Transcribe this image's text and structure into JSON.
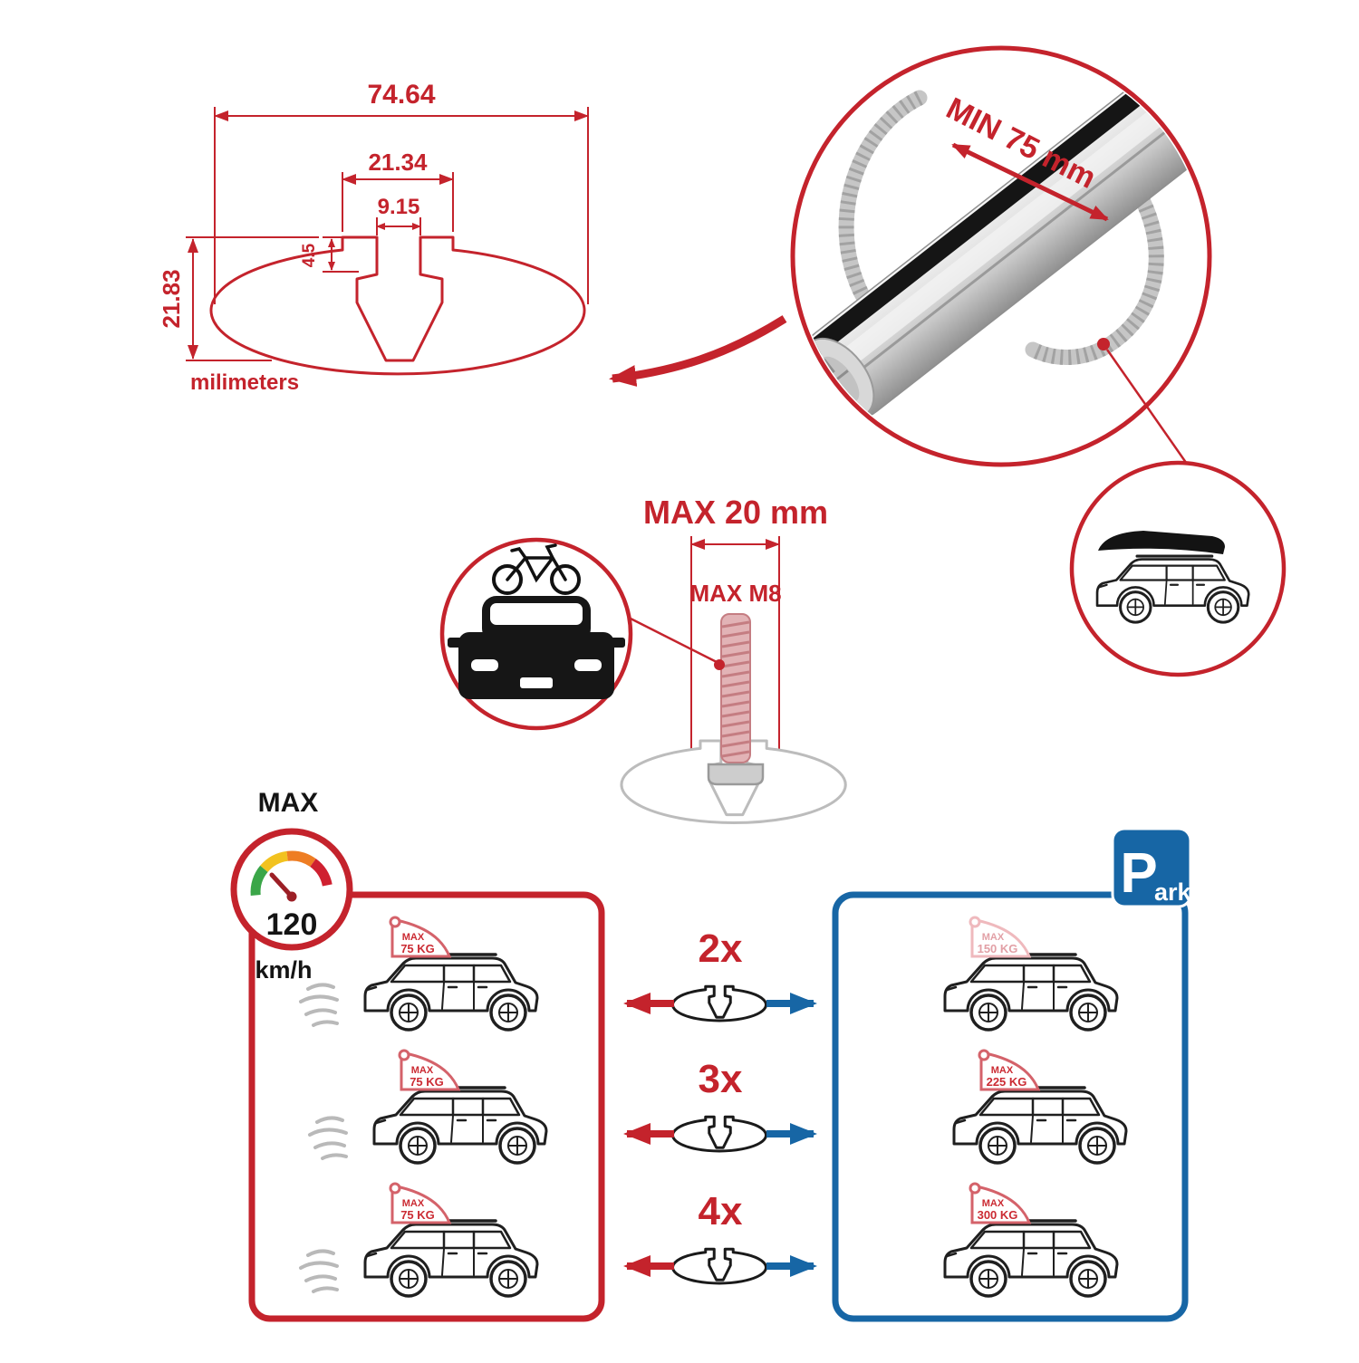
{
  "colors": {
    "accent_red": "#c4232c",
    "accent_blue": "#1766a5",
    "gauge_green": "#3aa648",
    "gauge_yellow": "#f2c21f",
    "gauge_orange": "#ee7d23",
    "gauge_red": "#cf2030"
  },
  "cross_section_drawing": {
    "total_width_mm": "74.64",
    "slot_outer_width_mm": "21.34",
    "slot_inner_width_mm": "9.15",
    "lip_depth_mm": "4.5",
    "total_height_mm": "21.83",
    "units_label": "milimeters"
  },
  "bar_closeup": {
    "min_clamp_span_label": "MIN 75 mm"
  },
  "bolt_closeup": {
    "max_width_label": "MAX 20 mm",
    "max_thread_label": "MAX M8"
  },
  "speed_limit": {
    "heading": "MAX",
    "value": "120",
    "unit": "km/h"
  },
  "driving_panel": {
    "cars": [
      {
        "tag": "MAX",
        "load": "75 KG"
      },
      {
        "tag": "MAX",
        "load": "75 KG"
      },
      {
        "tag": "MAX",
        "load": "75 KG"
      }
    ]
  },
  "parking_panel": {
    "sign_letter": "P",
    "sign_suffix": "ark",
    "cars": [
      {
        "tag": "MAX",
        "load": "150 KG"
      },
      {
        "tag": "MAX",
        "load": "225 KG"
      },
      {
        "tag": "MAX",
        "load": "300 KG"
      }
    ]
  },
  "bar_count_rows": [
    {
      "label": "2x"
    },
    {
      "label": "3x"
    },
    {
      "label": "4x"
    }
  ]
}
